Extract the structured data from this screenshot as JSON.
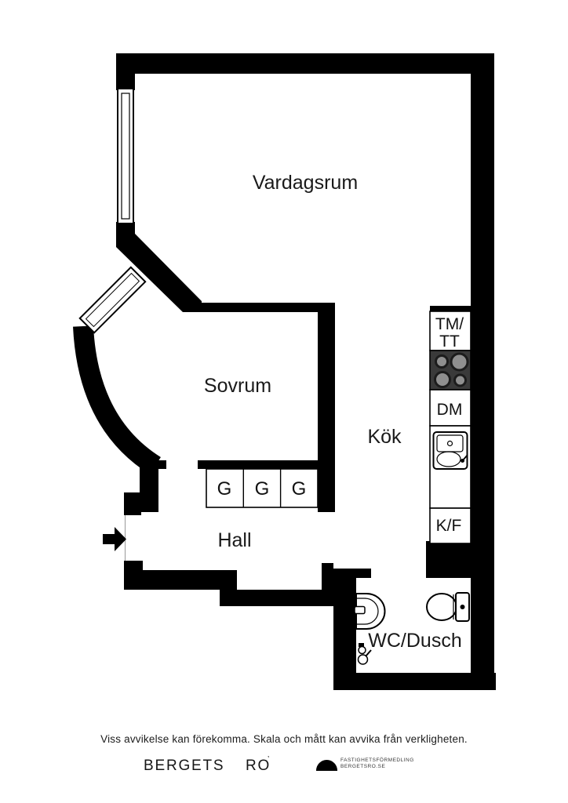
{
  "rooms": {
    "living_room": "Vardagsrum",
    "bedroom": "Sovrum",
    "kitchen": "Kök",
    "hall": "Hall",
    "bathroom": "WC/Dusch"
  },
  "appliances": {
    "washer_dryer_line1": "TM/",
    "washer_dryer_line2": "TT",
    "dishwasher": "DM",
    "fridge_freezer": "K/F"
  },
  "wardrobes": [
    "G",
    "G",
    "G"
  ],
  "footer": {
    "disclaimer": "Viss avvikelse kan förekomma. Skala och mått kan avvika från verkligheten.",
    "brand_word1": "BERGETS",
    "brand_word2": "RO",
    "brand_mark": "’",
    "agency_line1": "FASTIGHETSFÖRMEDLING",
    "agency_line2": "BERGETSRO.SE"
  },
  "colors": {
    "wall": "#000000",
    "floor": "#ffffff",
    "stove_top": "#3a3a3a",
    "burner": "#8f8f8f",
    "burner_ring": "#1c1c1c",
    "label_text": "#1a1a1a"
  }
}
